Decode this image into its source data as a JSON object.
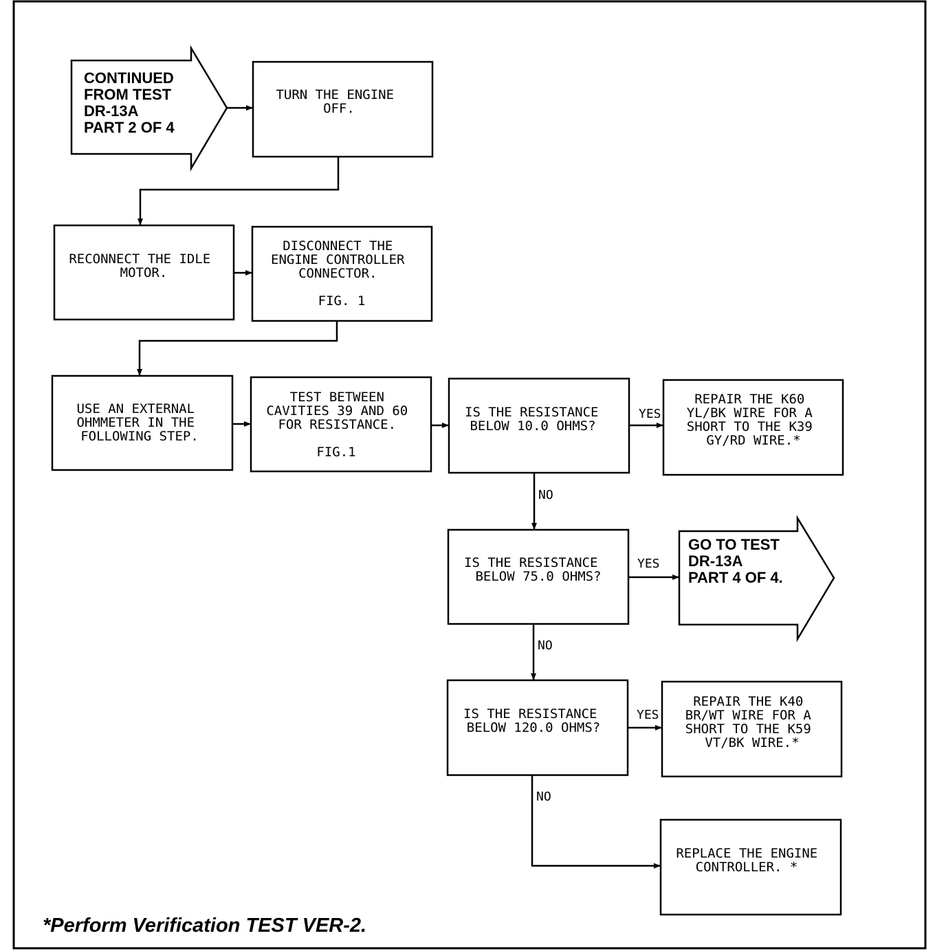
{
  "start_arrow": {
    "lines": [
      "CONTINUED",
      "FROM TEST",
      "DR-13A",
      "PART 2 OF 4"
    ]
  },
  "boxes": {
    "turn_off": {
      "lines": [
        "TURN THE ENGINE",
        "OFF."
      ]
    },
    "reconnect": {
      "lines": [
        "RECONNECT THE IDLE",
        "MOTOR."
      ]
    },
    "disconnect": {
      "lines": [
        "DISCONNECT THE",
        "ENGINE CONTROLLER",
        "CONNECTOR.",
        "",
        "FIG. 1"
      ]
    },
    "ohmmeter": {
      "lines": [
        "USE AN EXTERNAL",
        "OHMMETER IN THE",
        "FOLLOWING STEP."
      ]
    },
    "test_cavities": {
      "lines": [
        "TEST BETWEEN",
        "CAVITIES 39 AND 60",
        "FOR RESISTANCE.",
        "",
        "FIG.1"
      ]
    },
    "q1": {
      "lines": [
        "IS THE RESISTANCE",
        "BELOW 10.0 OHMS?"
      ]
    },
    "repair_k60": {
      "lines": [
        "REPAIR THE K60",
        "YL/BK WIRE FOR A",
        "SHORT TO THE K39",
        "GY/RD WIRE.*"
      ]
    },
    "q2": {
      "lines": [
        "IS THE RESISTANCE",
        "BELOW 75.0 OHMS?"
      ]
    },
    "q3": {
      "lines": [
        "IS THE RESISTANCE",
        "BELOW 120.0 OHMS?"
      ]
    },
    "repair_k40": {
      "lines": [
        "REPAIR THE K40",
        "BR/WT WIRE FOR A",
        "SHORT TO THE K59",
        "VT/BK WIRE.*"
      ]
    },
    "replace": {
      "lines": [
        "REPLACE THE ENGINE",
        "CONTROLLER. *"
      ]
    }
  },
  "goto_arrow": {
    "lines": [
      "GO TO TEST",
      "DR-13A",
      "PART 4 OF 4."
    ]
  },
  "labels": {
    "yes": "YES",
    "no": "NO"
  },
  "footer": "*Perform Verification TEST VER-2."
}
